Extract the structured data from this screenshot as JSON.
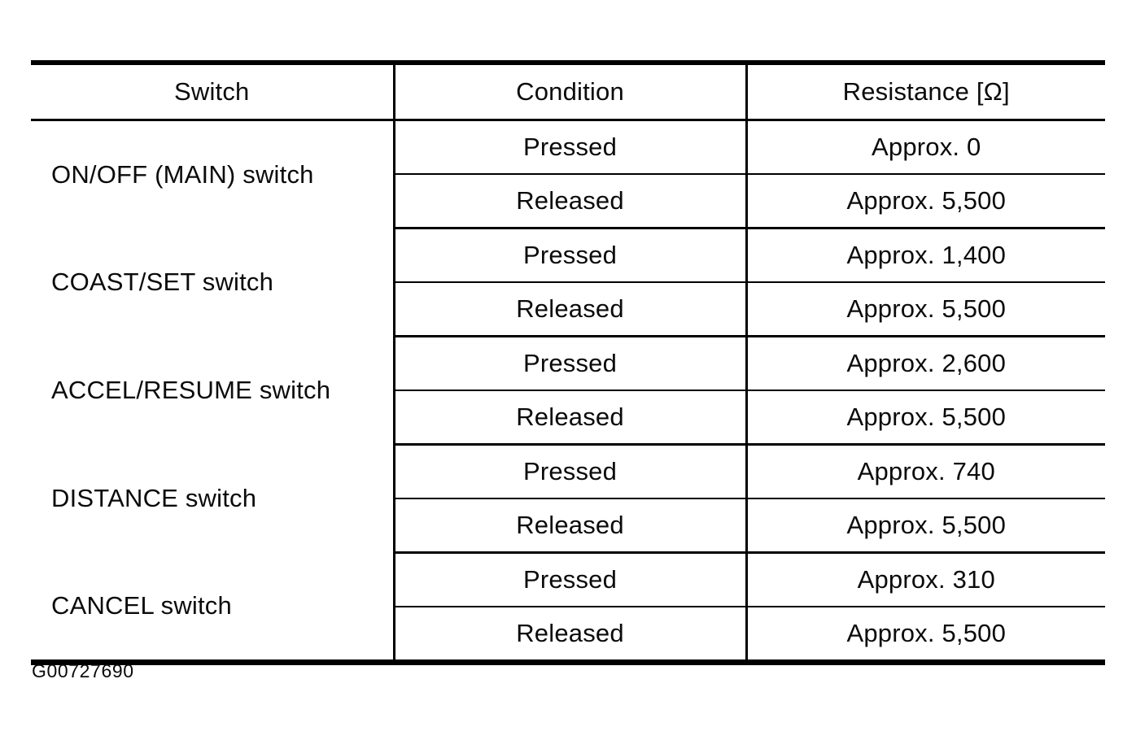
{
  "doc": {
    "figure_code": "G00727690"
  },
  "table": {
    "headers": [
      "Switch",
      "Condition",
      "Resistance [Ω]"
    ],
    "groups": [
      {
        "switch": "ON/OFF (MAIN) switch",
        "rows": [
          {
            "condition": "Pressed",
            "resistance": "Approx. 0"
          },
          {
            "condition": "Released",
            "resistance": "Approx. 5,500"
          }
        ]
      },
      {
        "switch": "COAST/SET switch",
        "rows": [
          {
            "condition": "Pressed",
            "resistance": "Approx. 1,400"
          },
          {
            "condition": "Released",
            "resistance": "Approx. 5,500"
          }
        ]
      },
      {
        "switch": "ACCEL/RESUME switch",
        "rows": [
          {
            "condition": "Pressed",
            "resistance": "Approx. 2,600"
          },
          {
            "condition": "Released",
            "resistance": "Approx. 5,500"
          }
        ]
      },
      {
        "switch": "DISTANCE switch",
        "rows": [
          {
            "condition": "Pressed",
            "resistance": "Approx. 740"
          },
          {
            "condition": "Released",
            "resistance": "Approx. 5,500"
          }
        ]
      },
      {
        "switch": "CANCEL switch",
        "rows": [
          {
            "condition": "Pressed",
            "resistance": "Approx. 310"
          },
          {
            "condition": "Released",
            "resistance": "Approx. 5,500"
          }
        ]
      }
    ]
  }
}
